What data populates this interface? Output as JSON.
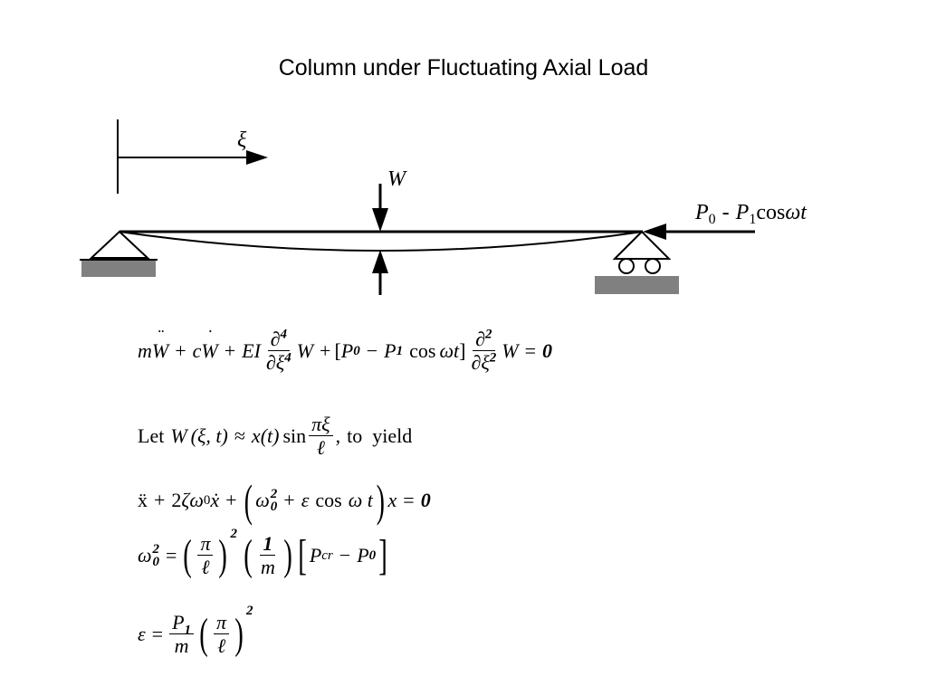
{
  "slide": {
    "title": "Column under Fluctuating Axial Load"
  },
  "diagram": {
    "axis_label": "ξ",
    "load_label": "W",
    "axial_load": {
      "P": "P",
      "sub0": "0",
      "dash": "-",
      "P1": "P",
      "sub1": "1",
      "cos": "cos",
      "omega": "ω",
      "t": "t"
    }
  },
  "equations": {
    "eq1": {
      "m": "m",
      "W": "W",
      "plus": "+",
      "c": "c",
      "EI": "EI",
      "d": "∂",
      "four": "4",
      "xi": "ξ",
      "lb": "[",
      "P": "P",
      "zero": "0",
      "minus": "−",
      "one": "1",
      "cos": "cos",
      "omegat": "ωt",
      "rb": "]",
      "two": "2",
      "eq": "=",
      "dots2": "¨",
      "dot1": "˙"
    },
    "eq2": {
      "let": "Let",
      "W": "W",
      "args": "(ξ, t)",
      "approx": "≈",
      "x": "x",
      "xargs": "(t)",
      "sin": "sin",
      "num": "πξ",
      "den": "ℓ",
      "comma": ",",
      "to_yield": "to  yield"
    },
    "eq3": {
      "xddot": "ẍ",
      "plus": "+",
      "two": "2",
      "zeta": "ζ",
      "omega": "ω",
      "zero": "0",
      "xdot": "ẋ",
      "lp": "(",
      "sq": "2",
      "eps": "ε",
      "cos": "cos",
      "omegat": "ω t",
      "rp": ")",
      "x": "x",
      "eq": "=",
      "zero_rhs": "0"
    },
    "eq4": {
      "omega": "ω",
      "sq": "2",
      "zero": "0",
      "eq": "=",
      "pi": "π",
      "ell": "ℓ",
      "one": "1",
      "m": "m",
      "lb": "[",
      "P": "P",
      "cr": "cr",
      "minus": "−",
      "rb": "]"
    },
    "eq5": {
      "eps": "ε",
      "eq": "=",
      "P": "P",
      "one": "1",
      "m": "m",
      "pi": "π",
      "ell": "ℓ",
      "sq": "2"
    }
  }
}
